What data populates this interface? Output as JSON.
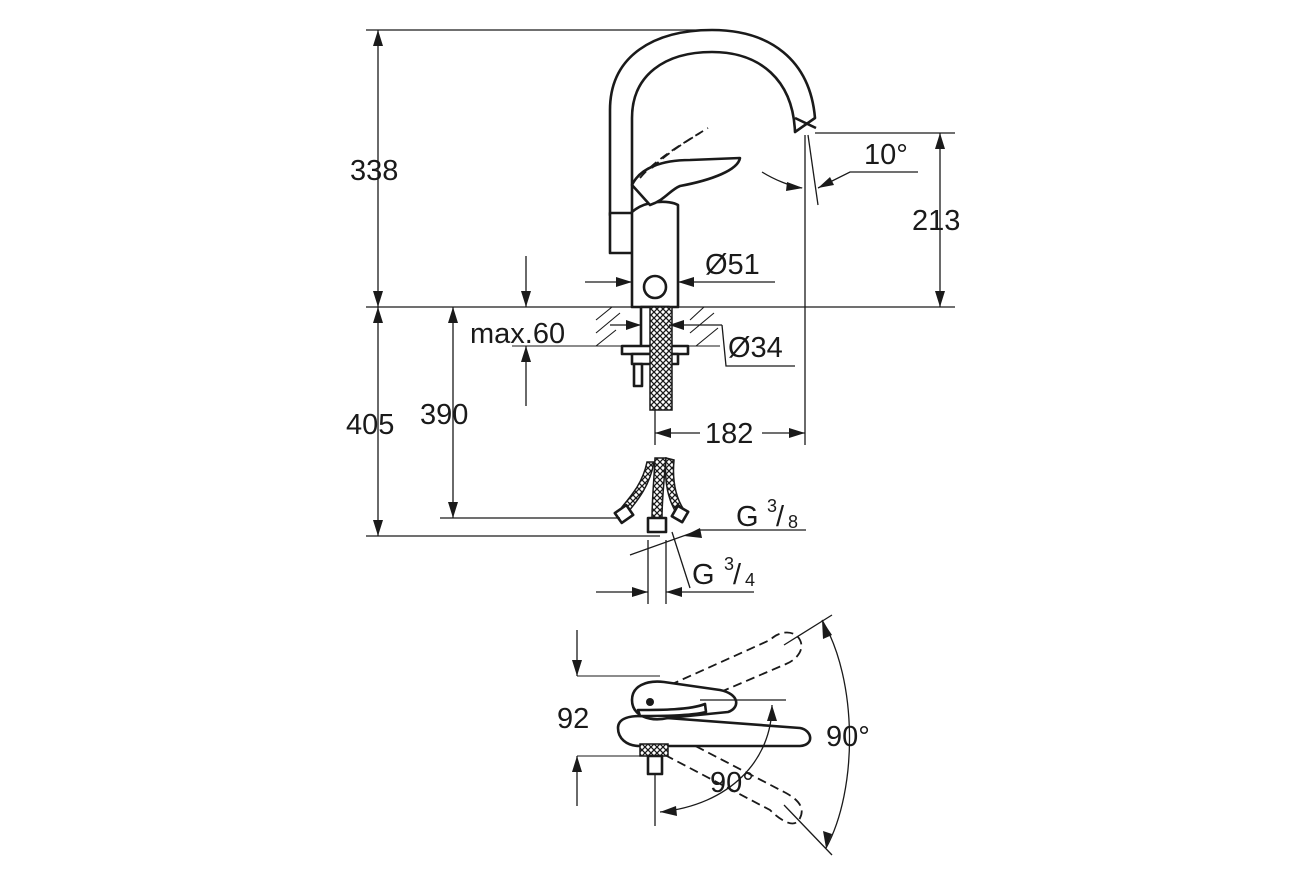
{
  "dimensions": {
    "height_spout": "338",
    "spout_outlet_height": "213",
    "spout_angle": "10°",
    "body_diameter": "Ø51",
    "max_deck_thickness": "max.60",
    "hole_diameter": "Ø34",
    "total_below_deck": "405",
    "hose_length": "390",
    "spout_reach": "182",
    "connection_hose": {
      "prefix": "G",
      "num": "3",
      "den": "8"
    },
    "connection_shank": {
      "prefix": "G",
      "num": "3",
      "den": "4"
    },
    "lever_height": "92",
    "lever_swing_angle": "90°",
    "lever_rotation_angle": "90°"
  }
}
